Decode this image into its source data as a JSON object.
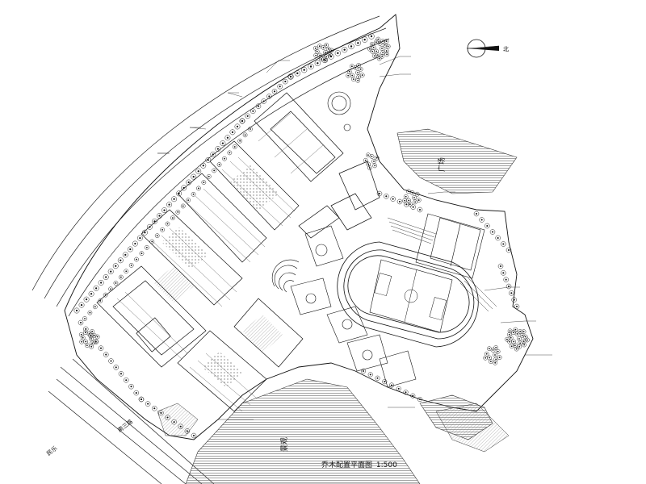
{
  "drawing": {
    "title": "乔木配置平面图",
    "scale": "1:500",
    "north_label": "北",
    "road_label": "南三路",
    "corner_label": "民乐",
    "ground_label_left": "景观",
    "ground_label_right": "广场"
  },
  "colors": {
    "line": "#111111",
    "hatch": "#555555",
    "background": "#ffffff"
  },
  "icons": [
    "north-arrow-icon",
    "tree-symbol-icon"
  ]
}
